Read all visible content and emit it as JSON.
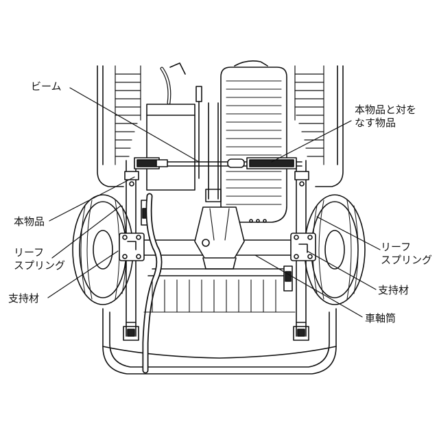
{
  "labels": {
    "beam": "ビーム",
    "counterpart_line1": "本物品と対を",
    "counterpart_line2": "なす物品",
    "this_article": "本物品",
    "leaf_left_line1": "リーフ",
    "leaf_left_line2": "スプリング",
    "support_left": "支持材",
    "leaf_right_line1": "リーフ",
    "leaf_right_line2": "スプリング",
    "support_right": "支持材",
    "axle_housing": "車軸筒"
  },
  "colors": {
    "line": "#111111",
    "fill": "#ffffff",
    "dark": "#222222"
  }
}
